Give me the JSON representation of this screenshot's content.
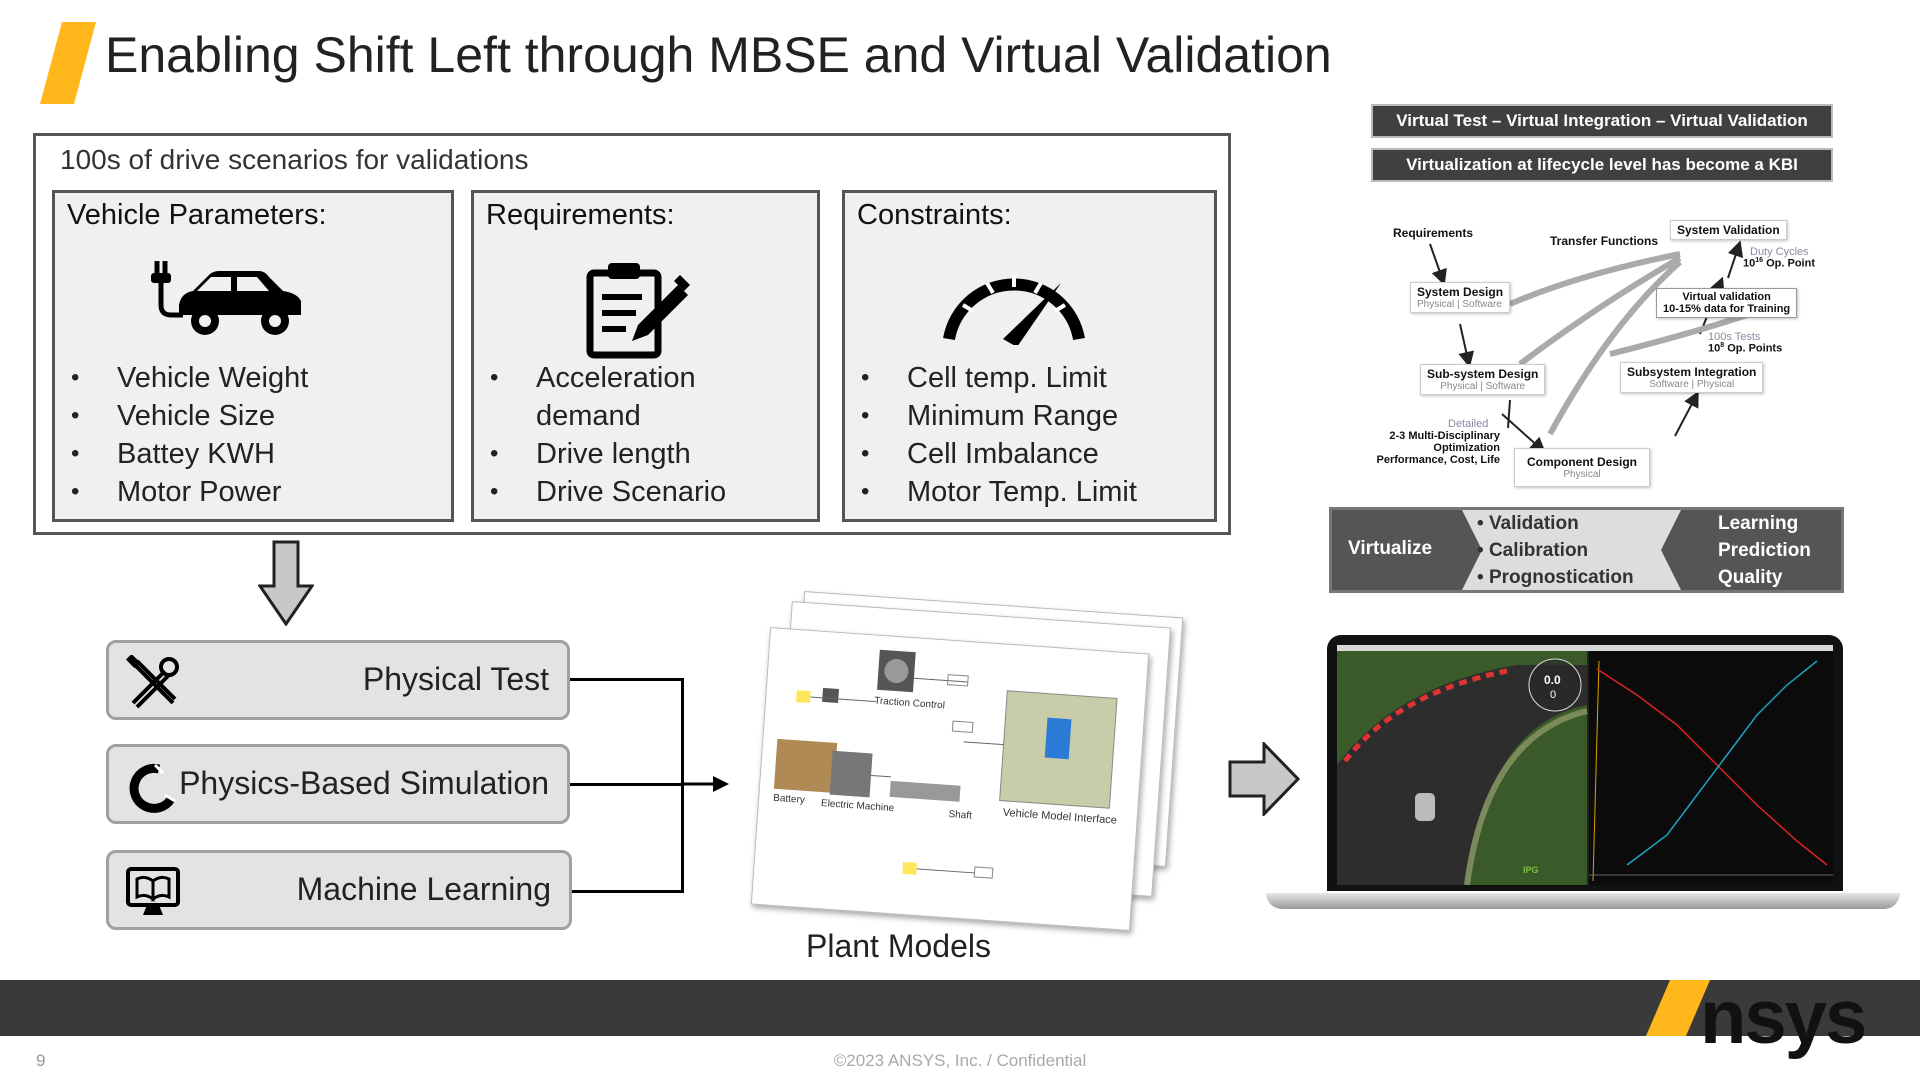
{
  "slide": {
    "title": "Enabling Shift Left through MBSE and Virtual Validation",
    "page_number": "9",
    "copyright": "©2023 ANSYS, Inc. / Confidential",
    "logo_text": "nsys",
    "accent_color": "#FFB71B",
    "band_color": "#3A3A3A"
  },
  "scenarios": {
    "label": "100s of drive scenarios for validations",
    "vehicle": {
      "title": "Vehicle Parameters:",
      "icon": "electric-car-icon",
      "items": [
        "Vehicle Weight",
        "Vehicle Size",
        "Battey KWH",
        "Motor Power"
      ]
    },
    "requirements": {
      "title": "Requirements:",
      "icon": "clipboard-icon",
      "items": [
        "Acceleration demand",
        "Drive length",
        "Drive Scenario"
      ]
    },
    "constraints": {
      "title": "Constraints:",
      "icon": "speedometer-icon",
      "items": [
        "Cell temp. Limit",
        "Minimum Range",
        "Cell Imbalance",
        "Motor Temp. Limit"
      ]
    }
  },
  "methods": [
    {
      "label": "Physical Test",
      "icon": "tools-icon"
    },
    {
      "label": "Physics-Based Simulation",
      "icon": "magnet-icon"
    },
    {
      "label": "Machine Learning",
      "icon": "monitor-book-icon"
    }
  ],
  "plant_models": {
    "label": "Plant Models",
    "sheet_labels": {
      "traction": "Traction Control",
      "battery": "Battery",
      "electric": "Electric Machine",
      "shaft": "Shaft",
      "interface": "Vehicle Model Interface"
    }
  },
  "v_model": {
    "banner1": "Virtual Test – Virtual Integration – Virtual Validation",
    "banner2": "Virtualization at lifecycle level has become a KBI",
    "requirements": "Requirements",
    "transfer": "Transfer Functions",
    "system_validation": "System Validation",
    "duty_cycles": "Duty Cycles",
    "duty_points_base": "10",
    "duty_points_exp": "16",
    "duty_points_tail": " Op. Point",
    "system_design": "System Design",
    "system_design_sub": "Physical | Software",
    "virtual_validation": "Virtual validation",
    "virtual_validation_sub": "10-15% data for Training",
    "tests": "100s Tests",
    "tests_points_base": "10",
    "tests_points_exp": "8",
    "tests_points_tail": " Op. Points",
    "subsystem_design": "Sub-system Design",
    "subsystem_design_sub": "Physical | Software",
    "subsystem_integration": "Subsystem Integration",
    "subsystem_integration_sub": "Software | Physical",
    "detailed": "Detailed",
    "mdo1": "2-3 Multi-Disciplinary",
    "mdo2": "Optimization",
    "mdo3": "Performance, Cost, Life",
    "component_design": "Component Design",
    "component_design_sub": "Physical"
  },
  "flow": {
    "left": "Virtualize",
    "middle": [
      "Validation",
      "Calibration",
      "Prognostication"
    ],
    "right": [
      "Learning",
      "Prediction",
      "Quality"
    ]
  },
  "laptop": {
    "gauge_value": "0.0",
    "gear": "0",
    "brand": "IPG"
  }
}
